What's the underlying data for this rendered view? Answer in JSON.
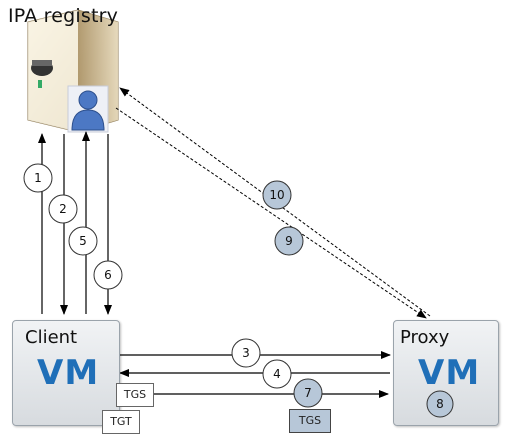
{
  "title": "IPA registry",
  "client": {
    "label": "Client",
    "vm_label": "VM"
  },
  "proxy": {
    "label": "Proxy",
    "vm_label": "VM"
  },
  "tickets": {
    "tgs_client": "TGS",
    "tgt": "TGT",
    "tgs_proxy": "TGS"
  },
  "steps": [
    "1",
    "2",
    "3",
    "4",
    "5",
    "6",
    "7",
    "8",
    "9",
    "10"
  ],
  "colors": {
    "vm_text": "#1f6fb8",
    "highlight_circle": "#b7c7d8"
  }
}
